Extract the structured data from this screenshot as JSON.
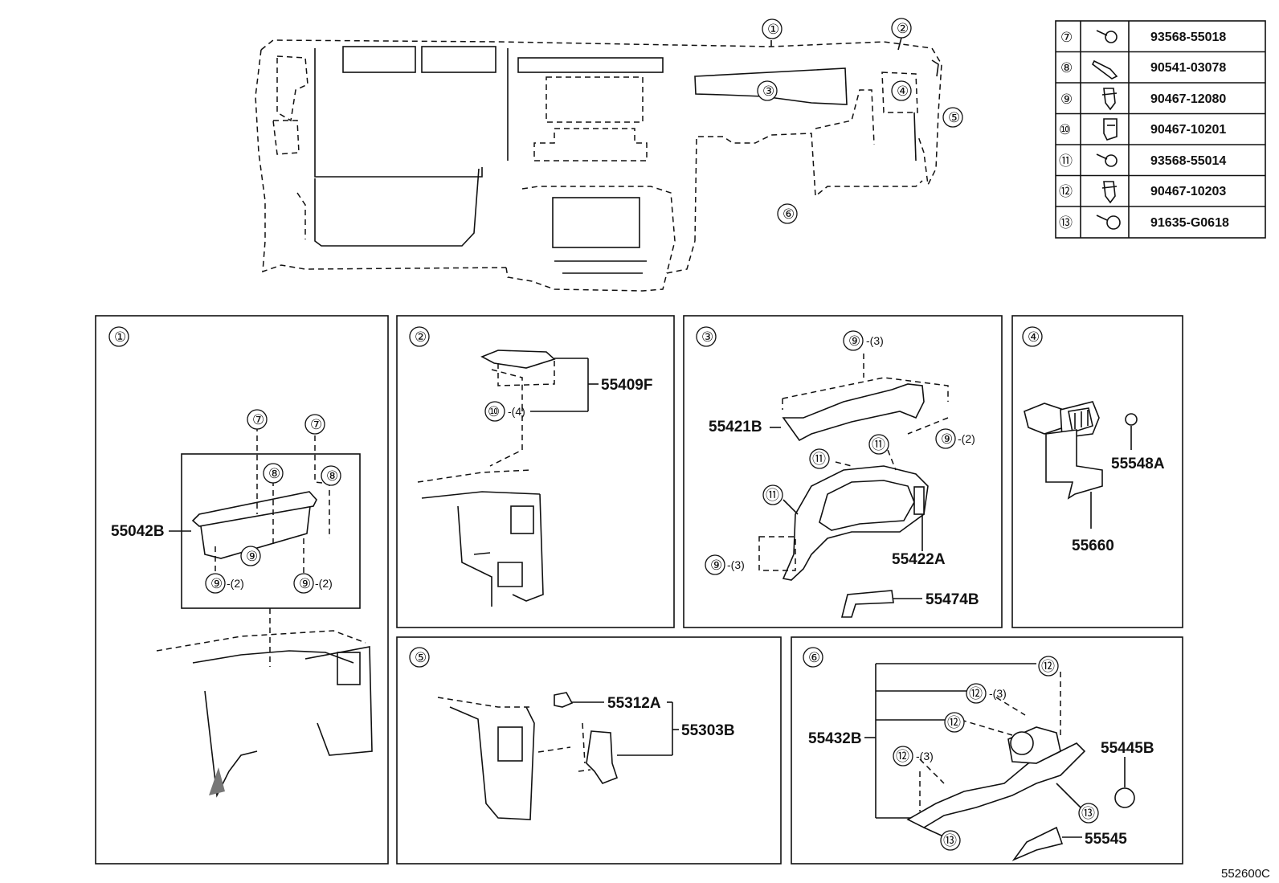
{
  "fasteners": [
    {
      "ref": "⑦",
      "part_no": "93568-55018",
      "icon": "bolt-icon"
    },
    {
      "ref": "⑧",
      "part_no": "90541-03078",
      "icon": "pin-icon"
    },
    {
      "ref": "⑨",
      "part_no": "90467-12080",
      "icon": "clip-icon"
    },
    {
      "ref": "⑩",
      "part_no": "90467-10201",
      "icon": "clip-icon"
    },
    {
      "ref": "⑪",
      "part_no": "93568-55014",
      "icon": "bolt-icon"
    },
    {
      "ref": "⑫",
      "part_no": "90467-10203",
      "icon": "clip-icon"
    },
    {
      "ref": "⑬",
      "part_no": "91635-G0618",
      "icon": "screw-icon"
    }
  ],
  "overview": {
    "callouts": [
      "①",
      "②",
      "③",
      "④",
      "⑤",
      "⑥"
    ]
  },
  "panels": {
    "p1": {
      "id": "①",
      "parts": [
        "55042B"
      ],
      "refs": [
        "⑦",
        "⑦",
        "⑧",
        "⑧",
        "⑨",
        "⑨",
        "⑨"
      ],
      "qty": [
        "-(2)",
        "-(2)"
      ]
    },
    "p2": {
      "id": "②",
      "parts": [
        "55409F"
      ],
      "refs": [
        "⑩"
      ],
      "qty": [
        "-(4)"
      ]
    },
    "p3": {
      "id": "③",
      "parts": [
        "55421B",
        "55422A",
        "55474B"
      ],
      "refs": [
        "⑨",
        "⑨",
        "⑨",
        "⑪",
        "⑪",
        "⑪"
      ],
      "qty": [
        "-(3)",
        "-(2)",
        "-(3)"
      ]
    },
    "p4": {
      "id": "④",
      "parts": [
        "55548A",
        "55660"
      ]
    },
    "p5": {
      "id": "⑤",
      "parts": [
        "55312A",
        "55303B"
      ]
    },
    "p6": {
      "id": "⑥",
      "parts": [
        "55432B",
        "55445B",
        "55545"
      ],
      "refs": [
        "⑫",
        "⑫",
        "⑫",
        "⑫",
        "⑬",
        "⑬"
      ],
      "qty": [
        "-(3)",
        "-(3)"
      ]
    }
  },
  "footer_code": "552600C"
}
